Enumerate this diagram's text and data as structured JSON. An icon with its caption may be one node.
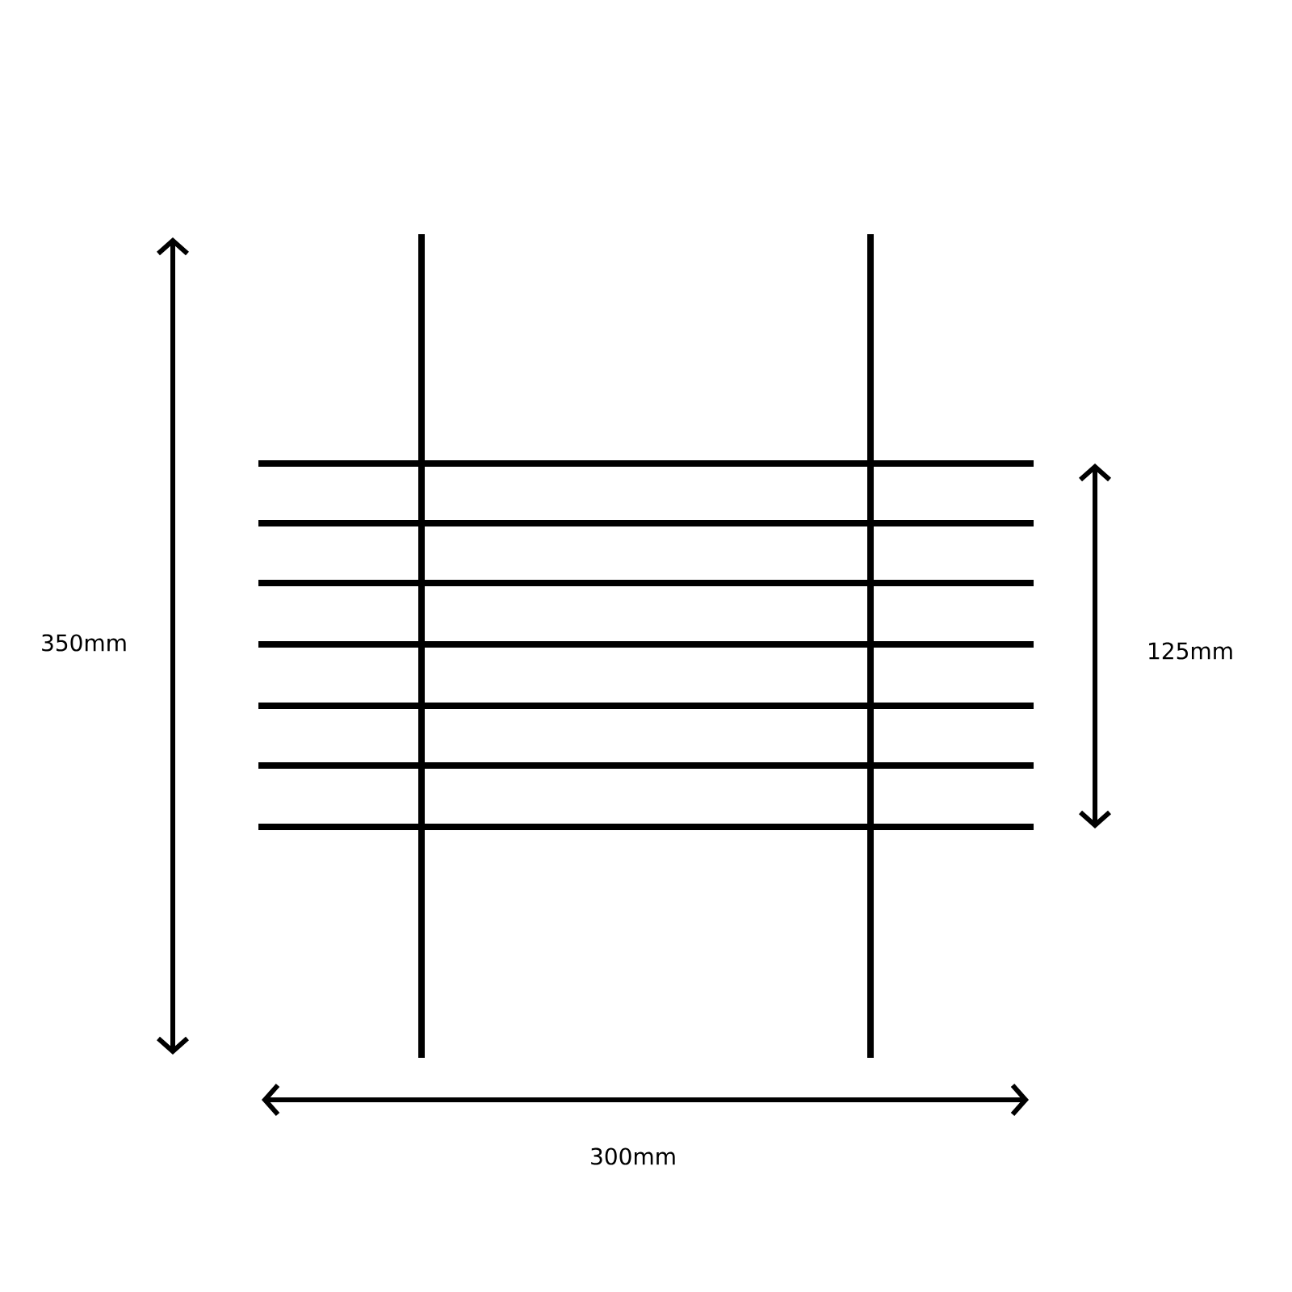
{
  "diagram": {
    "labels": [
      "350mm",
      "125mm",
      "300mm"
    ]
  }
}
